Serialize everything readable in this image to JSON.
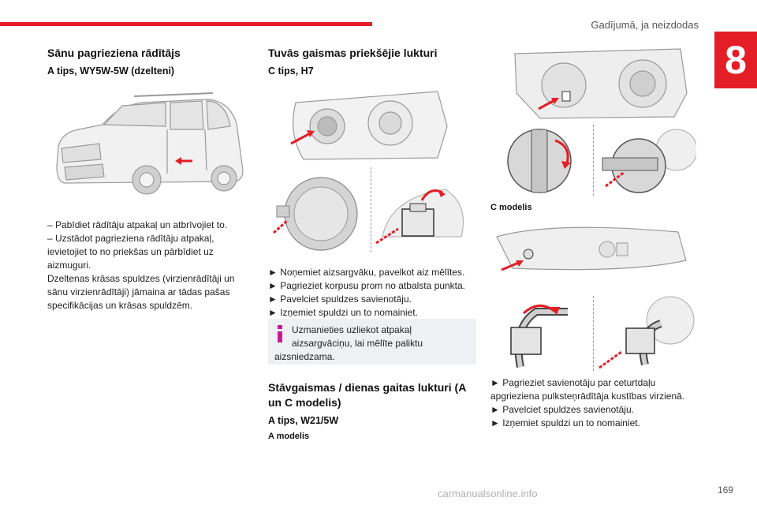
{
  "header": {
    "chapter_title": "Gadījumā, ja neizdodas",
    "chapter_number": "8",
    "accent_color": "#e41e26"
  },
  "left": {
    "heading": "Sānu pagrieziena rādītājs",
    "subheading": "A tips, WY5W-5W (dzelteni)",
    "lines": [
      "– Pabīdiet rādītāju atpakaļ un atbrīvojiet to.",
      "– Uzstādot pagrieziena rādītāju atpakaļ,",
      "ievietojiet to no priekšas un pārbīdiet uz",
      "aizmuguri.",
      "Dzeltenas krāsas spuldzes (virzienrādītāji un",
      "sānu virzienrādītāji) jāmaina ar tādas pašas",
      "specifikācijas un krāsas spuldzēm."
    ]
  },
  "middle": {
    "heading": "Tuvās gaismas priekšējie lukturi",
    "subheading": "C tips, H7",
    "steps": [
      "►  Noņemiet aizsargvāku, pavelkot aiz mēlītes.",
      "►  Pagrieziet korpusu prom no atbalsta punkta.",
      "►  Pavelciet spuldzes savienotāju.",
      "►  Izņemiet spuldzi un to nomainiet."
    ],
    "note": [
      "Uzmanieties uzliekot atpakaļ",
      "aizsargvāciņu, lai mēlīte paliktu",
      "aizsniedzama."
    ],
    "note_icon": "info-icon",
    "heading2_line1": "Stāvgaismas / dienas gaitas lukturi (A",
    "heading2_line2": "un C modelis)",
    "subheading2": "A tips, W21/5W",
    "model_label": "A modelis"
  },
  "right": {
    "model_label": "C modelis",
    "steps": [
      "►  Pagrieziet savienotāju par ceturtdaļu",
      "apgrieziena pulksteņrādītāja kustības virzienā.",
      "►  Pavelciet spuldzes savienotāju.",
      "►  Izņemiet spuldzi un to nomainiet."
    ]
  },
  "footer": {
    "page_number": "169",
    "watermark": "carmanualsonline.info"
  }
}
